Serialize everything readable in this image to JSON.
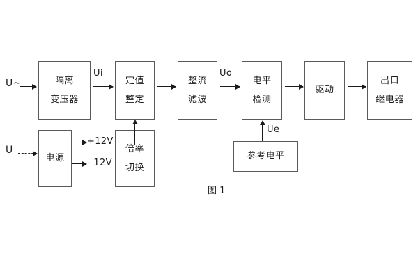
{
  "diagram": {
    "caption": "图 1",
    "blocks": [
      {
        "id": "isolation-transformer",
        "line1": "隔离",
        "line2": "变压器"
      },
      {
        "id": "setting-value",
        "line1": "定值",
        "line2": "整定"
      },
      {
        "id": "rectify-filter",
        "line1": "整流",
        "line2": "滤波"
      },
      {
        "id": "level-detection",
        "line1": "电平",
        "line2": "检测"
      },
      {
        "id": "drive",
        "line1": "驱动",
        "line2": ""
      },
      {
        "id": "output-relay",
        "line1": "出口",
        "line2": "继电器"
      },
      {
        "id": "power-supply",
        "line1": "电源",
        "line2": ""
      },
      {
        "id": "multiplier-switch",
        "line1": "倍率",
        "line2": "切换"
      },
      {
        "id": "reference-level",
        "line1": "参考电平",
        "line2": ""
      }
    ],
    "signals": {
      "ac_input": "U~",
      "dc_input": "U",
      "ui": "Ui",
      "uo": "Uo",
      "ue": "Ue",
      "rail_positive": "+12V",
      "rail_negative": "- 12V"
    },
    "colors": {
      "stroke": "#5a5a5a",
      "arrow": "#1b1b1b",
      "text": "#1b1b1b",
      "background": "#ffffff"
    }
  }
}
